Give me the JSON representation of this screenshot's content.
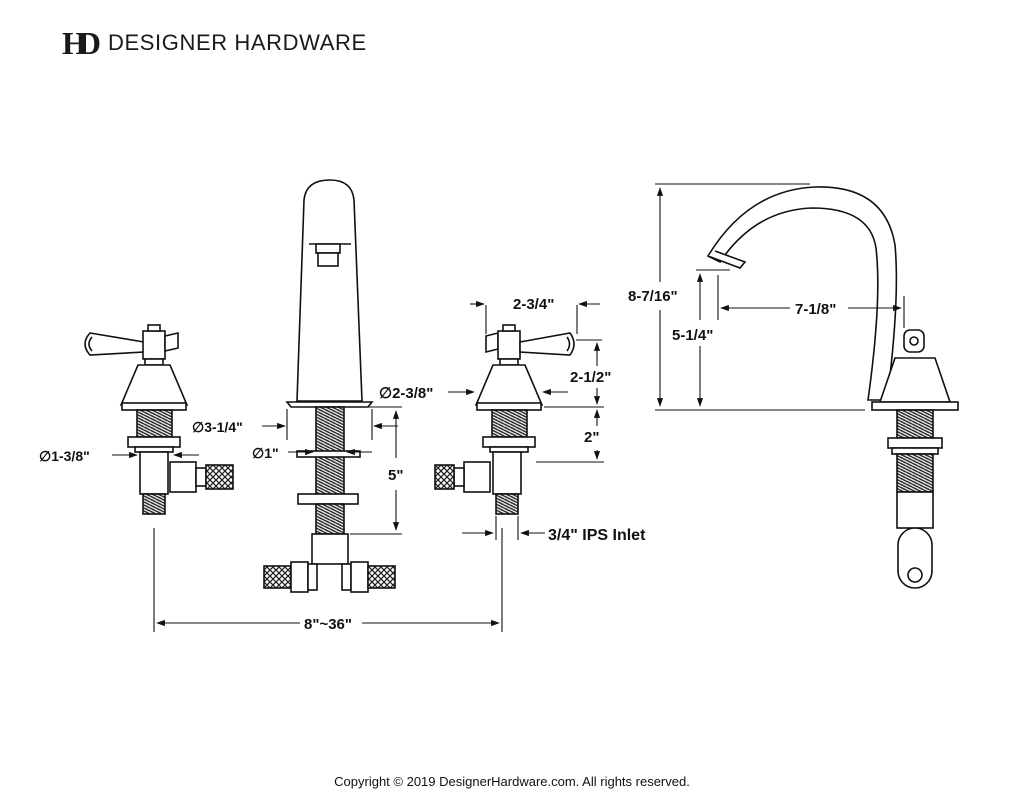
{
  "brand": {
    "monogram": "HD",
    "name": "DESIGNER HARDWARE"
  },
  "dimensions": {
    "left_flange_dia": "∅1-3/8\"",
    "spout_base_dia": "∅3-1/4\"",
    "spout_shank_dia": "∅1\"",
    "spout_shank_length": "5\"",
    "handle_width": "2-3/4\"",
    "handle_base_dia": "∅2-3/8\"",
    "handle_height": "2-1/2\"",
    "handle_shank_length": "2\"",
    "inlet": "3/4\" IPS Inlet",
    "spread": "8\"~36\"",
    "spout_total_height": "8-7/16\"",
    "spout_outlet_height": "5-1/4\"",
    "spout_reach": "7-1/8\""
  },
  "footer": {
    "copyright": "Copyright © 2019 DesignerHardware.com. All rights reserved."
  }
}
